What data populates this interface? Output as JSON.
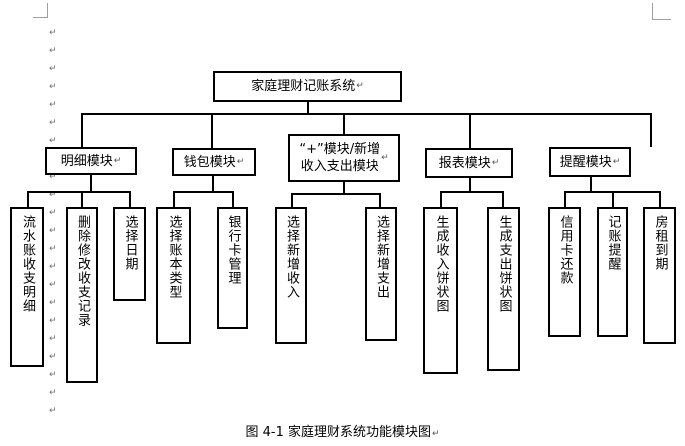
{
  "diagram": {
    "root": "家庭理财记账系统",
    "modules": [
      {
        "label": "明细模块",
        "children": [
          "流水账收支明细",
          "删除修改收支记录",
          "选择日期"
        ]
      },
      {
        "label": "钱包模块",
        "children": [
          "选择账本类型",
          "银行卡管理"
        ]
      },
      {
        "label": "“+”模块/新增\n收入支出模块",
        "children": [
          "选择新增收入",
          "选择新增支出"
        ]
      },
      {
        "label": "报表模块",
        "children": [
          "生成收入饼状图",
          "生成支出饼状图"
        ]
      },
      {
        "label": "提醒模块",
        "children": [
          "信用卡还款",
          "记账提醒",
          "房租到期"
        ]
      }
    ]
  },
  "caption": "图 4-1 家庭理财系统功能模块图",
  "paragraph_mark": "↵"
}
